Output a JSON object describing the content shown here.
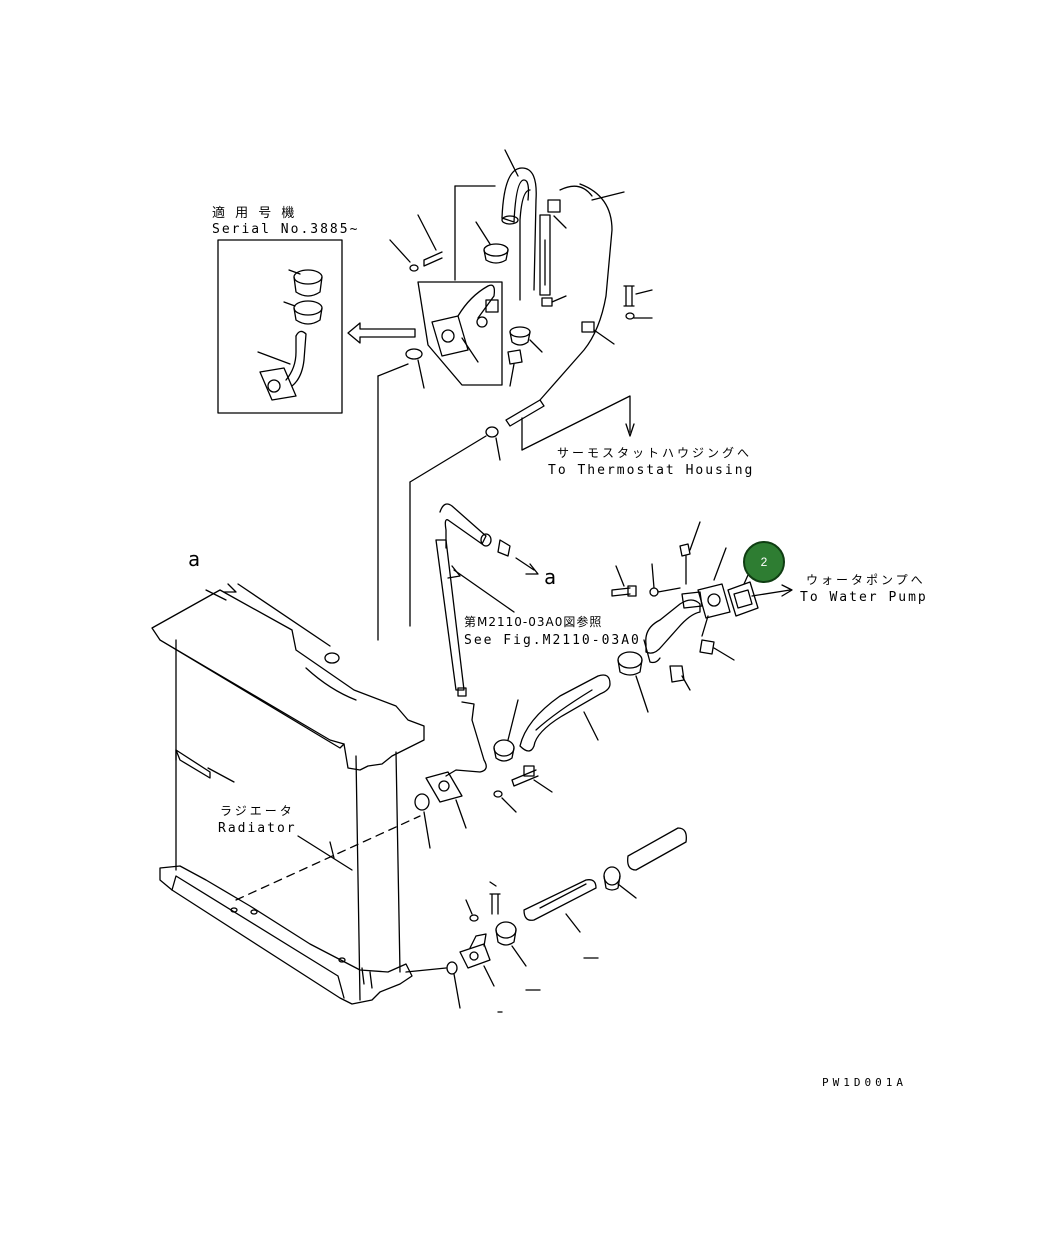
{
  "inset": {
    "title_jp": "適 用 号 機",
    "title_en": "Serial No.3885~"
  },
  "callouts": {
    "to_thermostat_jp": "サーモスタットハウジングへ",
    "to_thermostat_en": "To Thermostat Housing",
    "to_water_pump_jp": "ウォータポンプへ",
    "to_water_pump_en": "To Water Pump",
    "see_fig_jp": "第M2110-03A0図参照",
    "see_fig_en": "See Fig.M2110-03A0",
    "radiator_jp": "ラジエータ",
    "radiator_en": "Radiator",
    "ref_a_top": "a",
    "ref_a_right": "a"
  },
  "badge": {
    "number": "2",
    "color": "#2e7d32"
  },
  "drawing_code": "PW1D001A"
}
